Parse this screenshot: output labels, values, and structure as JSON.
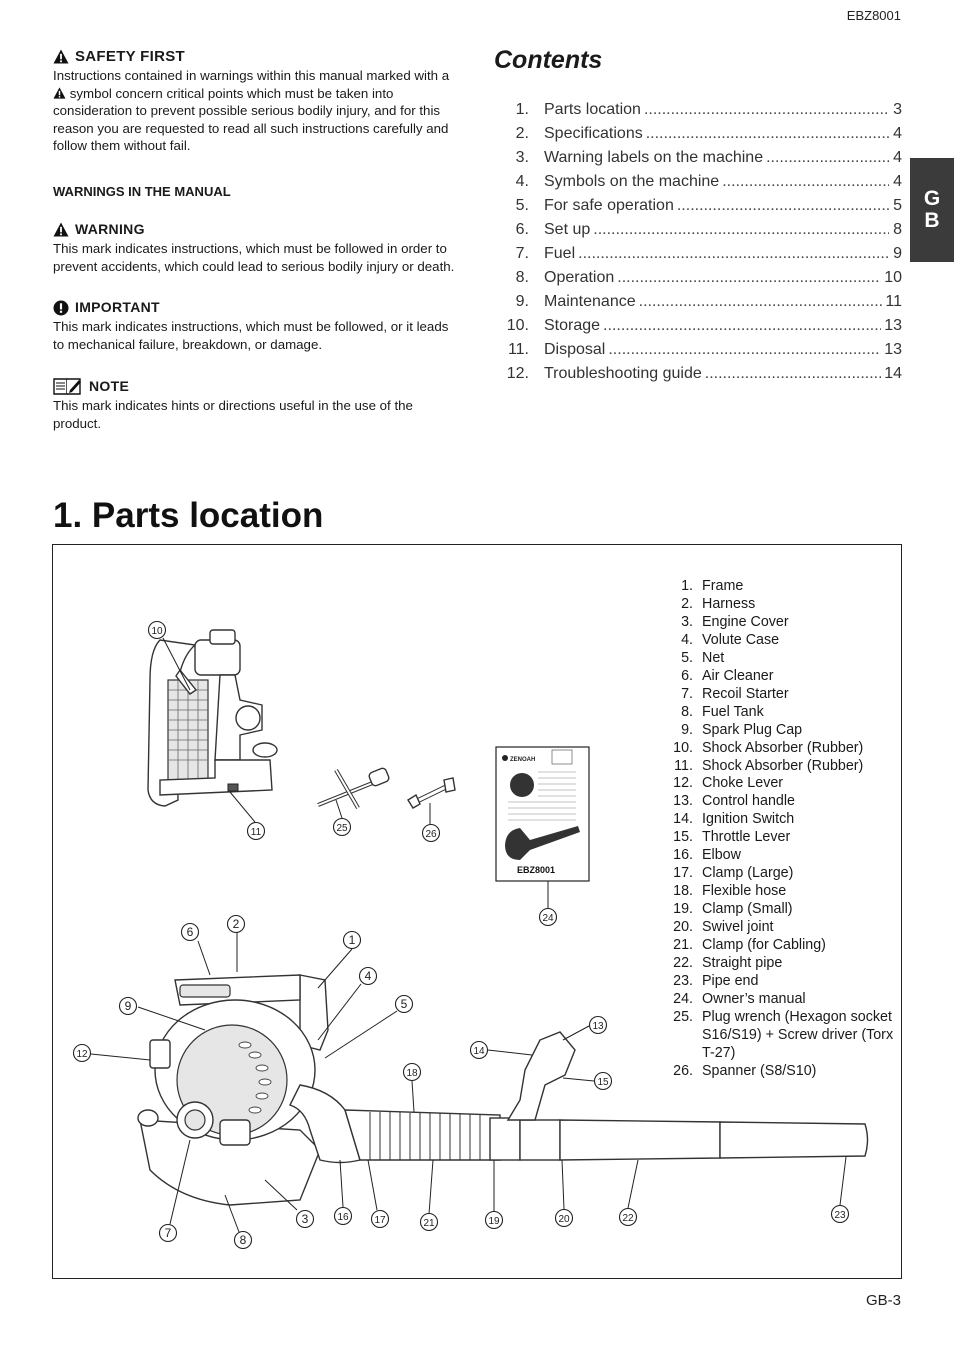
{
  "header": {
    "model_code": "EBZ8001"
  },
  "footer": {
    "page_label": "GB-3"
  },
  "language_tab": {
    "line1": "G",
    "line2": "B"
  },
  "safety": {
    "title": "SAFETY FIRST",
    "text_part1": "Instructions contained in warnings within this manual marked with a",
    "text_part2": "symbol concern critical points which must be taken into consideration to prevent possible serious bodily injury, and for this reason you are requested to read all such instructions carefully and follow them without fail.",
    "warnings_heading": "WARNINGS IN THE MANUAL",
    "warning": {
      "title": "WARNING",
      "text": "This mark indicates instructions, which must be followed in order to prevent accidents, which could lead to serious bodily injury or death."
    },
    "important": {
      "title": "IMPORTANT",
      "text": "This mark indicates instructions, which must be followed, or it leads to mechanical failure, breakdown, or damage."
    },
    "note": {
      "title": "NOTE",
      "text": "This mark indicates hints or directions useful in the use of the product."
    }
  },
  "contents": {
    "title": "Contents",
    "items": [
      {
        "num": "1.",
        "label": "Parts location",
        "page": "3"
      },
      {
        "num": "2.",
        "label": "Specifications",
        "page": "4"
      },
      {
        "num": "3.",
        "label": "Warning labels on the machine",
        "page": "4"
      },
      {
        "num": "4.",
        "label": "Symbols on the machine",
        "page": "4"
      },
      {
        "num": "5.",
        "label": "For safe operation",
        "page": "5"
      },
      {
        "num": "6.",
        "label": "Set up",
        "page": "8"
      },
      {
        "num": "7.",
        "label": "Fuel",
        "page": "9"
      },
      {
        "num": "8.",
        "label": "Operation",
        "page": "10"
      },
      {
        "num": "9.",
        "label": "Maintenance",
        "page": "11"
      },
      {
        "num": "10.",
        "label": "Storage",
        "page": "13"
      },
      {
        "num": "11.",
        "label": "Disposal",
        "page": "13"
      },
      {
        "num": "12.",
        "label": "Troubleshooting guide",
        "page": "14"
      }
    ]
  },
  "section": {
    "title": "1. Parts location"
  },
  "manual_cover": {
    "brand": "ZENOAH",
    "model": "EBZ8001"
  },
  "parts": [
    {
      "num": "1.",
      "name": "Frame"
    },
    {
      "num": "2.",
      "name": "Harness"
    },
    {
      "num": "3.",
      "name": "Engine Cover"
    },
    {
      "num": "4.",
      "name": "Volute Case"
    },
    {
      "num": "5.",
      "name": "Net"
    },
    {
      "num": "6.",
      "name": "Air Cleaner"
    },
    {
      "num": "7.",
      "name": "Recoil Starter"
    },
    {
      "num": "8.",
      "name": "Fuel Tank"
    },
    {
      "num": "9.",
      "name": "Spark Plug Cap"
    },
    {
      "num": "10.",
      "name": "Shock Absorber (Rubber)"
    },
    {
      "num": "11.",
      "name": "Shock Absorber (Rubber)"
    },
    {
      "num": "12.",
      "name": "Choke Lever"
    },
    {
      "num": "13.",
      "name": "Control handle"
    },
    {
      "num": "14.",
      "name": "Ignition Switch"
    },
    {
      "num": "15.",
      "name": "Throttle Lever"
    },
    {
      "num": "16.",
      "name": "Elbow"
    },
    {
      "num": "17.",
      "name": "Clamp (Large)"
    },
    {
      "num": "18.",
      "name": "Flexible hose"
    },
    {
      "num": "19.",
      "name": "Clamp (Small)"
    },
    {
      "num": "20.",
      "name": "Swivel joint"
    },
    {
      "num": "21.",
      "name": "Clamp (for Cabling)"
    },
    {
      "num": "22.",
      "name": "Straight pipe"
    },
    {
      "num": "23.",
      "name": "Pipe end"
    },
    {
      "num": "24.",
      "name": "Owner’s manual"
    },
    {
      "num": "25.",
      "name": "Plug wrench (Hexagon socket S16/S19) + Screw driver (Torx T-27)"
    },
    {
      "num": "26.",
      "name": "Spanner (S8/S10)"
    }
  ],
  "callouts": [
    "1",
    "2",
    "3",
    "4",
    "5",
    "6",
    "7",
    "8",
    "9",
    "10",
    "11",
    "12",
    "13",
    "14",
    "15",
    "16",
    "17",
    "18",
    "19",
    "20",
    "21",
    "22",
    "23",
    "24",
    "25",
    "26"
  ]
}
